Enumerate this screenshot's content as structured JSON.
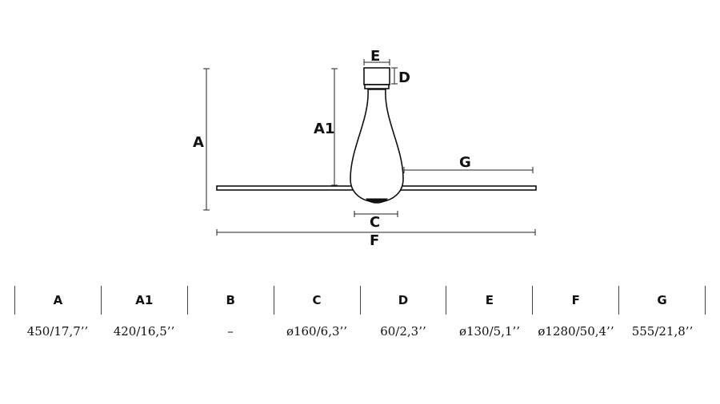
{
  "labels": {
    "a": "A",
    "a1": "A1",
    "c": "C",
    "d": "D",
    "e": "E",
    "f": "F",
    "g": "G"
  },
  "table": {
    "headers": [
      "A",
      "A1",
      "B",
      "C",
      "D",
      "E",
      "F",
      "G"
    ],
    "values": [
      "450/17,7’’",
      "420/16,5’’",
      "–",
      "ø160/6,3’’",
      "60/2,3’’",
      "ø130/5,1’’",
      "ø1280/50,4’’",
      "555/21,8’’"
    ]
  }
}
